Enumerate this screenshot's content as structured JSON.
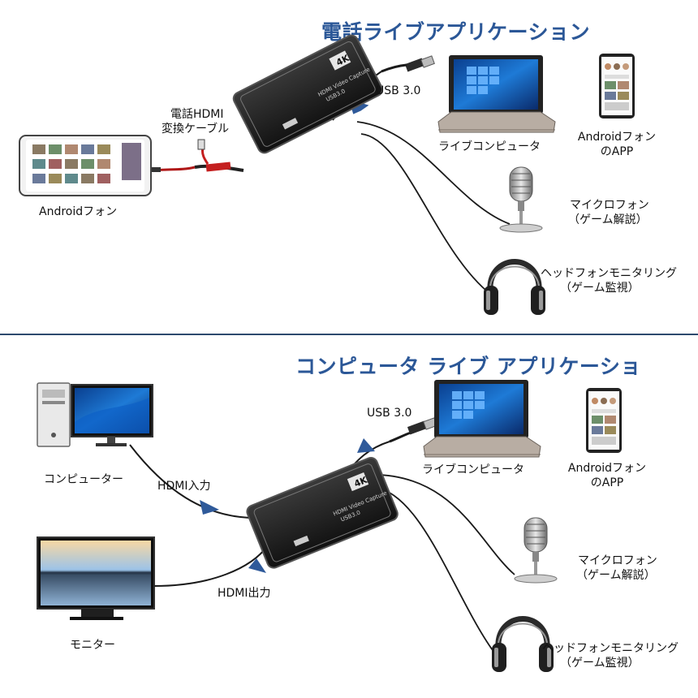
{
  "top": {
    "title": "電話ライブアプリケーション",
    "phone_cable_label_1": "電話HDMI",
    "phone_cable_label_2": "変換ケーブル",
    "phone_label": "Androidフォン",
    "usb_label": "USB 3.0",
    "laptop_label": "ライブコンピュータ",
    "app_label_1": "Androidフォン",
    "app_label_2": "のAPP",
    "mic_label_1": "マイクロフォン",
    "mic_label_2": "（ゲーム解説）",
    "headphone_label_1": "ヘッドフォンモニタリング",
    "headphone_label_2": "（ゲーム監視）"
  },
  "bottom": {
    "title": "コンピュータ ライブ アプリケーショ",
    "computer_label": "コンピューター",
    "hdmi_in_label": "HDMI入力",
    "hdmi_out_label": "HDMI出力",
    "monitor_label": "モニター",
    "usb_label": "USB 3.0",
    "laptop_label": "ライブコンピュータ",
    "app_label_1": "Androidフォン",
    "app_label_2": "のAPP",
    "mic_label_1": "マイクロフォン",
    "mic_label_2": "（ゲーム解説）",
    "headphone_label_1": "ヘッドフォンモニタリング",
    "headphone_label_2": "（ゲーム監視）"
  },
  "device": {
    "badge": "4K",
    "model": "USB3.0",
    "line": "HDMI Video Capture"
  },
  "colors": {
    "title": "#2b5797",
    "arrow": "#2f5a9a",
    "divider": "#2d4a6e",
    "device_body": "#1c1c1c"
  }
}
